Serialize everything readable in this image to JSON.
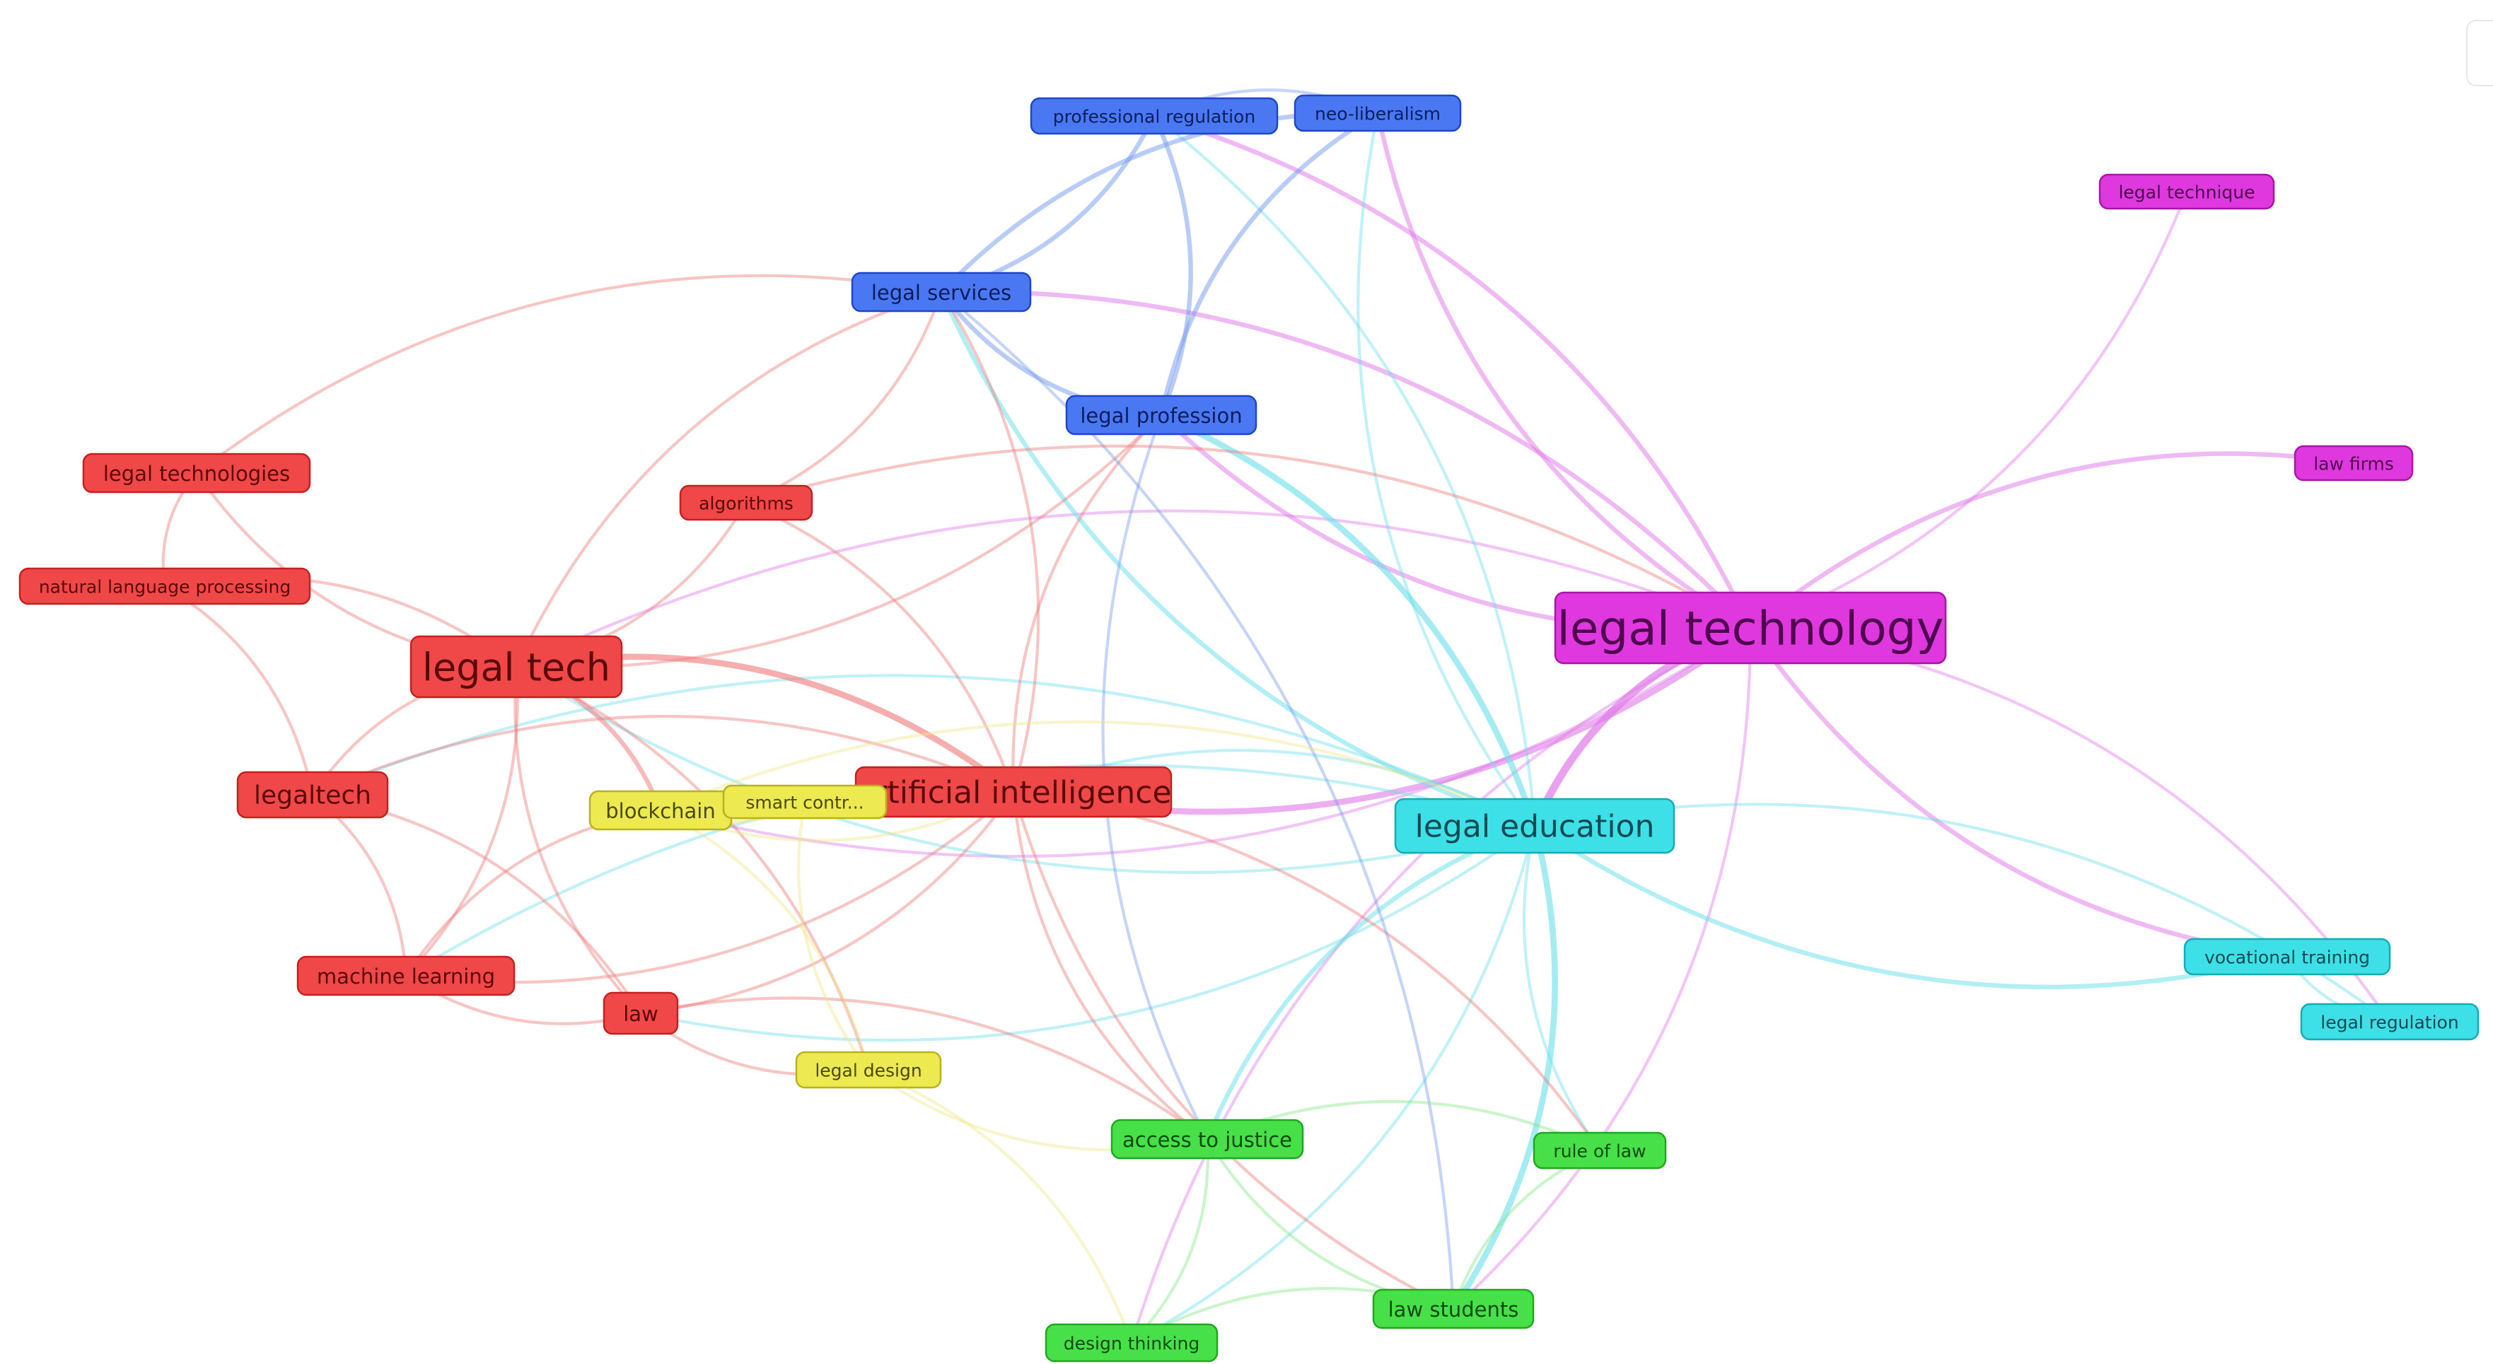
{
  "colors": {
    "red": {
      "fill": "#f04848",
      "stroke": "#c42020",
      "text": "#5a0808",
      "link": "#f07a7a"
    },
    "blue": {
      "fill": "#4a78f2",
      "stroke": "#1f45c8",
      "text": "#0c1d5e",
      "link": "#7b9cf0"
    },
    "magenta": {
      "fill": "#de38de",
      "stroke": "#a816a8",
      "text": "#4f064f",
      "link": "#e07ae8"
    },
    "cyan": {
      "fill": "#3ee0e8",
      "stroke": "#15aab4",
      "text": "#0b4a50",
      "link": "#6ee0ea"
    },
    "green": {
      "fill": "#48e048",
      "stroke": "#1fa81f",
      "text": "#0c4a0c",
      "link": "#86e686"
    },
    "yellow": {
      "fill": "#ecea50",
      "stroke": "#b8b21c",
      "text": "#4c4a08",
      "link": "#f0e68a"
    }
  },
  "nodes": [
    {
      "id": "legal-technology",
      "label": "legal technology",
      "cluster": "magenta",
      "weight": 5
    },
    {
      "id": "legal-tech",
      "label": "legal tech",
      "cluster": "red",
      "weight": 4
    },
    {
      "id": "artificial-intelligence",
      "label": "artificial intelligence",
      "cluster": "red",
      "weight": 3
    },
    {
      "id": "legal-education",
      "label": "legal education",
      "cluster": "cyan",
      "weight": 3
    },
    {
      "id": "legaltech",
      "label": "legaltech",
      "cluster": "red",
      "weight": 2
    },
    {
      "id": "legal-services",
      "label": "legal services",
      "cluster": "blue",
      "weight": 1
    },
    {
      "id": "legal-profession",
      "label": "legal profession",
      "cluster": "blue",
      "weight": 1
    },
    {
      "id": "professional-regulation",
      "label": "professional regulation",
      "cluster": "blue",
      "weight": 0
    },
    {
      "id": "neo-liberalism",
      "label": "neo-liberalism",
      "cluster": "blue",
      "weight": 0
    },
    {
      "id": "legal-technique",
      "label": "legal technique",
      "cluster": "magenta",
      "weight": 0
    },
    {
      "id": "law-firms",
      "label": "law firms",
      "cluster": "magenta",
      "weight": 0
    },
    {
      "id": "legal-technologies",
      "label": "legal technologies",
      "cluster": "red",
      "weight": 1
    },
    {
      "id": "natural-language-processing",
      "label": "natural language processing",
      "cluster": "red",
      "weight": 0
    },
    {
      "id": "algorithms",
      "label": "algorithms",
      "cluster": "red",
      "weight": 0
    },
    {
      "id": "blockchain",
      "label": "blockchain",
      "cluster": "yellow",
      "weight": 1
    },
    {
      "id": "smart-contracts",
      "label": "smart contr...",
      "cluster": "yellow",
      "weight": 0
    },
    {
      "id": "machine-learning",
      "label": "machine learning",
      "cluster": "red",
      "weight": 1
    },
    {
      "id": "law",
      "label": "law",
      "cluster": "red",
      "weight": 1
    },
    {
      "id": "legal-design",
      "label": "legal design",
      "cluster": "yellow",
      "weight": 0
    },
    {
      "id": "access-to-justice",
      "label": "access to justice",
      "cluster": "green",
      "weight": 1
    },
    {
      "id": "rule-of-law",
      "label": "rule of law",
      "cluster": "green",
      "weight": 0
    },
    {
      "id": "law-students",
      "label": "law students",
      "cluster": "green",
      "weight": 1
    },
    {
      "id": "design-thinking",
      "label": "design thinking",
      "cluster": "green",
      "weight": 0
    },
    {
      "id": "vocational-training",
      "label": "vocational training",
      "cluster": "cyan",
      "weight": 0
    },
    {
      "id": "legal-regulation",
      "label": "legal regulation",
      "cluster": "cyan",
      "weight": 0
    }
  ],
  "links": [
    [
      "legal-technology",
      "legal-education",
      4
    ],
    [
      "legal-technology",
      "artificial-intelligence",
      3
    ],
    [
      "legal-technology",
      "legal-services",
      2
    ],
    [
      "legal-technology",
      "legal-profession",
      2
    ],
    [
      "legal-technology",
      "professional-regulation",
      2
    ],
    [
      "legal-technology",
      "neo-liberalism",
      2
    ],
    [
      "legal-technology",
      "legal-technique",
      1
    ],
    [
      "legal-technology",
      "law-firms",
      2
    ],
    [
      "legal-technology",
      "vocational-training",
      2
    ],
    [
      "legal-technology",
      "legal-regulation",
      1
    ],
    [
      "legal-technology",
      "legal-tech",
      1
    ],
    [
      "legal-technology",
      "law-students",
      1
    ],
    [
      "legal-technology",
      "design-thinking",
      1
    ],
    [
      "legal-technology",
      "blockchain",
      1
    ],
    [
      "legal-education",
      "legal-profession",
      3
    ],
    [
      "legal-education",
      "legal-services",
      2
    ],
    [
      "legal-education",
      "professional-regulation",
      1
    ],
    [
      "legal-education",
      "neo-liberalism",
      1
    ],
    [
      "legal-education",
      "vocational-training",
      2
    ],
    [
      "legal-education",
      "legal-regulation",
      1
    ],
    [
      "legal-education",
      "access-to-justice",
      2
    ],
    [
      "legal-education",
      "law-students",
      3
    ],
    [
      "legal-education",
      "rule-of-law",
      1
    ],
    [
      "legal-education",
      "design-thinking",
      1
    ],
    [
      "legal-education",
      "artificial-intelligence",
      1
    ],
    [
      "legal-education",
      "legal-tech",
      1
    ],
    [
      "legal-education",
      "machine-learning",
      1
    ],
    [
      "legal-education",
      "law",
      1
    ],
    [
      "legal-education",
      "legaltech",
      1
    ],
    [
      "legal-tech",
      "artificial-intelligence",
      3
    ],
    [
      "legal-tech",
      "legaltech",
      1
    ],
    [
      "legal-tech",
      "machine-learning",
      1
    ],
    [
      "legal-tech",
      "algorithms",
      1
    ],
    [
      "legal-tech",
      "blockchain",
      2
    ],
    [
      "legal-tech",
      "law",
      1
    ],
    [
      "legal-tech",
      "legal-technologies",
      1
    ],
    [
      "legal-tech",
      "natural-language-processing",
      1
    ],
    [
      "legal-tech",
      "legal-services",
      1
    ],
    [
      "legal-tech",
      "legal-profession",
      1
    ],
    [
      "legal-tech",
      "legal-design",
      1
    ],
    [
      "artificial-intelligence",
      "legal-services",
      1
    ],
    [
      "artificial-intelligence",
      "legal-profession",
      1
    ],
    [
      "artificial-intelligence",
      "algorithms",
      1
    ],
    [
      "artificial-intelligence",
      "law",
      1
    ],
    [
      "artificial-intelligence",
      "legaltech",
      1
    ],
    [
      "artificial-intelligence",
      "machine-learning",
      1
    ],
    [
      "artificial-intelligence",
      "access-to-justice",
      1
    ],
    [
      "artificial-intelligence",
      "rule-of-law",
      1
    ],
    [
      "artificial-intelligence",
      "law-students",
      1
    ],
    [
      "legaltech",
      "machine-learning",
      1
    ],
    [
      "legaltech",
      "natural-language-processing",
      1
    ],
    [
      "legaltech",
      "law",
      1
    ],
    [
      "machine-learning",
      "law",
      1
    ],
    [
      "machine-learning",
      "blockchain",
      1
    ],
    [
      "law",
      "legal-design",
      1
    ],
    [
      "law",
      "access-to-justice",
      1
    ],
    [
      "legal-technologies",
      "natural-language-processing",
      1
    ],
    [
      "legal-technologies",
      "legal-services",
      1
    ],
    [
      "legal-services",
      "professional-regulation",
      2
    ],
    [
      "legal-services",
      "neo-liberalism",
      2
    ],
    [
      "legal-services",
      "legal-profession",
      2
    ],
    [
      "legal-services",
      "law-students",
      1
    ],
    [
      "legal-profession",
      "professional-regulation",
      2
    ],
    [
      "legal-profession",
      "neo-liberalism",
      2
    ],
    [
      "legal-profession",
      "access-to-justice",
      1
    ],
    [
      "professional-regulation",
      "neo-liberalism",
      1
    ],
    [
      "algorithms",
      "legal-services",
      1
    ],
    [
      "algorithms",
      "legal-technology",
      1
    ],
    [
      "blockchain",
      "smart-contracts",
      2
    ],
    [
      "blockchain",
      "legal-design",
      1
    ],
    [
      "blockchain",
      "artificial-intelligence",
      1
    ],
    [
      "blockchain",
      "legal-education",
      1
    ],
    [
      "smart-contracts",
      "legal-design",
      1
    ],
    [
      "legal-design",
      "design-thinking",
      1
    ],
    [
      "legal-design",
      "access-to-justice",
      1
    ],
    [
      "access-to-justice",
      "design-thinking",
      1
    ],
    [
      "access-to-justice",
      "law-students",
      1
    ],
    [
      "access-to-justice",
      "rule-of-law",
      1
    ],
    [
      "law-students",
      "design-thinking",
      1
    ],
    [
      "law-students",
      "rule-of-law",
      1
    ],
    [
      "vocational-training",
      "legal-regulation",
      1
    ]
  ]
}
